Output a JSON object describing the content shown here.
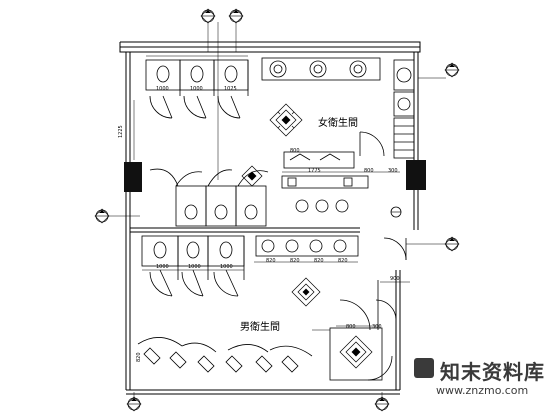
{
  "plan": {
    "room_female": "女衛生間",
    "room_male": "男衛生間",
    "dimensions": [
      "1000",
      "1000",
      "1025",
      "1225",
      "800",
      "1775",
      "800",
      "300",
      "1000",
      "1000",
      "1000",
      "820",
      "820",
      "820",
      "820",
      "900",
      "800",
      "300",
      "820"
    ],
    "symbol_glyph": "◆"
  },
  "watermark": {
    "title": "知末资料库",
    "url": "www.znzmo.com",
    "color": "#3a3a3a"
  },
  "colors": {
    "line": "#000000",
    "fill_black": "#111111",
    "background": "#ffffff"
  }
}
